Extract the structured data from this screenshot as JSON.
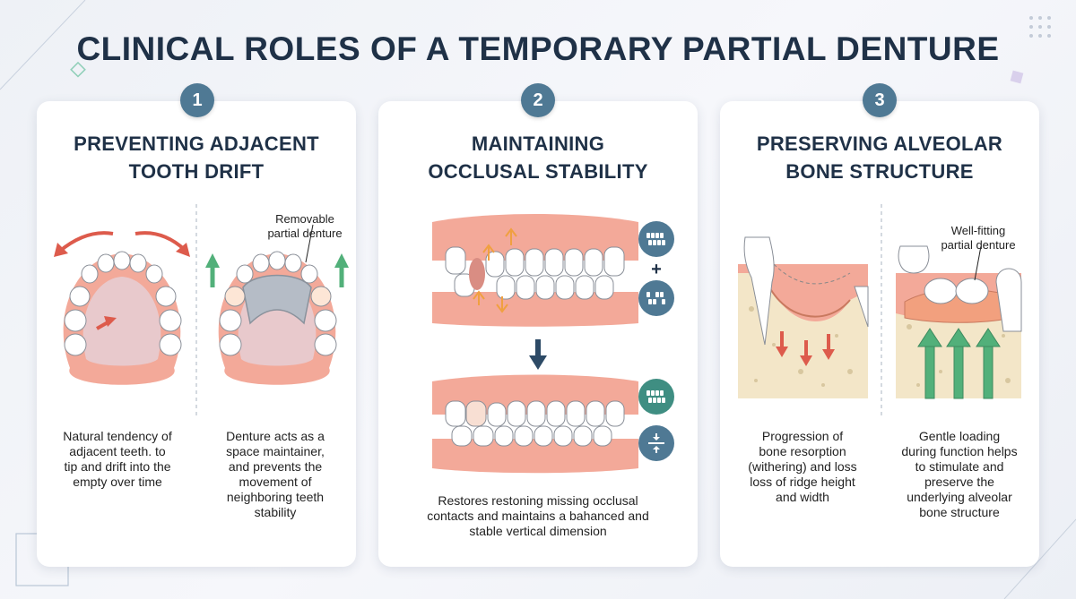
{
  "title": "CLINICAL ROLES OF A TEMPORARY PARTIAL DENTURE",
  "colors": {
    "heading": "#1f3147",
    "badge": "#4f7994",
    "gum": "#f3a999",
    "tooth": "#ffffff",
    "arrow_red": "#dd5b4c",
    "arrow_green": "#52b07a",
    "arrow_orange": "#f0a040",
    "bone": "#f3e6c8",
    "icon_blue": "#4f7994",
    "icon_teal": "#3f8e82"
  },
  "cards": [
    {
      "number": "1",
      "title_lines": [
        "PREVENTING ADJACENT",
        "TOOTH DRIFT"
      ],
      "label_lines": [
        "Removable",
        "partial denture"
      ],
      "caption_left": [
        "Natural tendency of",
        "adjacent teeth. to",
        "tip and drift into the",
        "empty over time"
      ],
      "caption_right": [
        "Denture acts as a",
        "space maintainer,",
        "and prevents the",
        "movement of",
        "neighboring teeth",
        "stability"
      ]
    },
    {
      "number": "2",
      "title_lines": [
        "MAINTAINING",
        "OCCLUSAL STABILITY"
      ],
      "plus": "+",
      "caption": [
        "Restores restoning missing occlusal",
        "contacts and maintains a bahanced and",
        "stable vertical dimension"
      ],
      "icons": [
        "teeth-row-icon",
        "teeth-gap-icon",
        "teeth-bite-icon",
        "vertical-dimension-icon"
      ]
    },
    {
      "number": "3",
      "title_lines": [
        "PRESERVING ALVEOLAR",
        "BONE STRUCTURE"
      ],
      "label_lines": [
        "Well-fitting",
        "partial denture"
      ],
      "caption_left": [
        "Progression of",
        "bone resorption",
        "(withering) and loss",
        "loss of ridge height",
        "and width"
      ],
      "caption_right": [
        "Gentle loading",
        "during function helps",
        "to stimulate and",
        "preserve the",
        "underlying alveolar",
        "bone structure"
      ]
    }
  ]
}
